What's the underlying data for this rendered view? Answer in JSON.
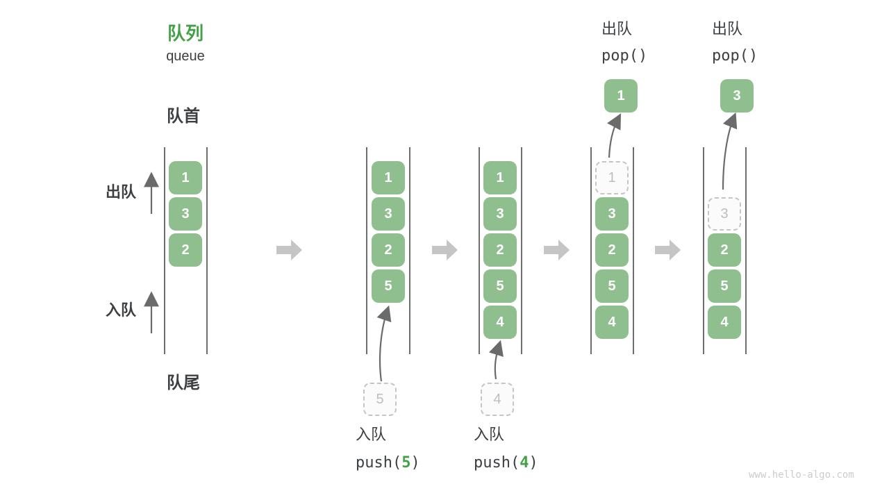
{
  "title": {
    "zh": "队列",
    "en": "queue"
  },
  "labels": {
    "front": "队首",
    "rear": "队尾",
    "dequeue_side": "出队",
    "enqueue_side": "入队"
  },
  "colors": {
    "box_green": "#8FBF8F",
    "accent_green": "#43A047",
    "text_dark": "#3C4043",
    "ghost_gray": "#BDBDBD",
    "flow_arrow_gray": "#C5C5C5",
    "container_line": "#3D3D3D",
    "small_arrow_gray": "#6B6B6B",
    "watermark_gray": "#CCCCCC"
  },
  "states": [
    {
      "cells": [
        "1",
        "3",
        "2"
      ]
    },
    {
      "cells": [
        "1",
        "3",
        "2",
        "5"
      ],
      "ghost": "5",
      "op": {
        "label": "入队",
        "fn": "push(",
        "arg": "5",
        "close": ")"
      }
    },
    {
      "cells": [
        "1",
        "3",
        "2",
        "5",
        "4"
      ],
      "ghost": "4",
      "op": {
        "label": "入队",
        "fn": "push(",
        "arg": "4",
        "close": ")"
      }
    },
    {
      "cells": [
        "3",
        "2",
        "5",
        "4"
      ],
      "ghost": "1",
      "popped": "1",
      "op": {
        "label": "出队",
        "fn": "pop()"
      }
    },
    {
      "cells": [
        "2",
        "5",
        "4"
      ],
      "ghost": "3",
      "popped": "3",
      "op": {
        "label": "出队",
        "fn": "pop()"
      }
    }
  ],
  "watermark": "www.hello-algo.com"
}
